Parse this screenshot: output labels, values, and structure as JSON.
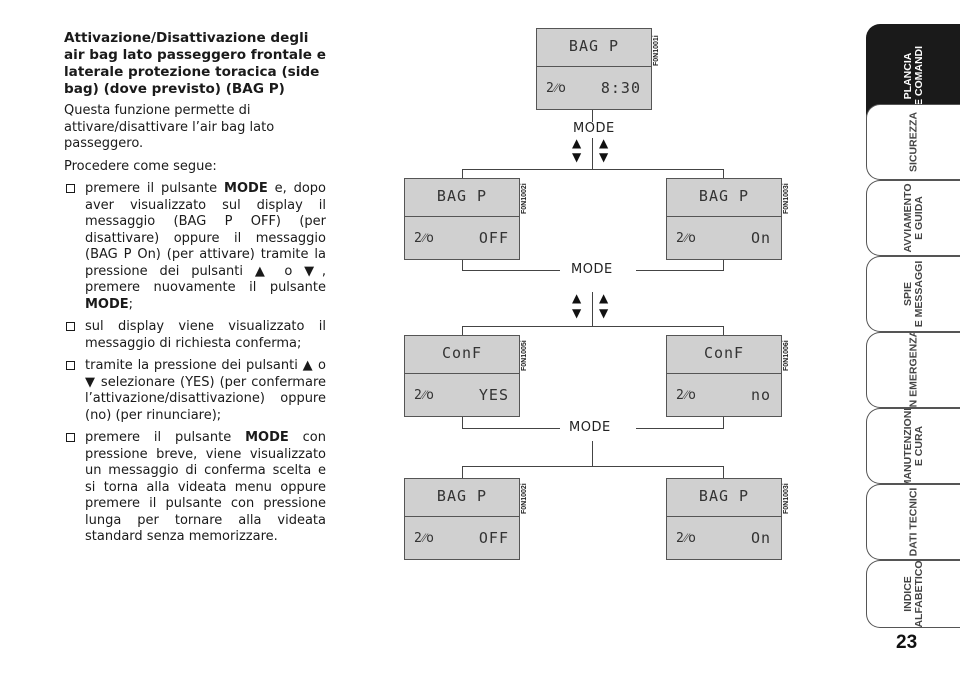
{
  "heading": "Attivazione/Disattivazione degli air bag lato passeggero frontale e laterale protezione toracica (side bag) (dove previsto) (BAG P)",
  "intro": "Questa funzione permette di attivare/disattivare l’air bag lato passeggero.",
  "procedure": "Procedere come segue:",
  "steps": [
    {
      "pre": "premere il pulsante ",
      "kw": "MODE",
      "post": " e, dopo aver visualizzato sul display il messaggio (BAG P OFF) (per disattivare) oppure il messaggio (BAG P On) (per attivare) tramite la pressione dei pulsanti ▲ o ▼, premere nuovamente il pulsante ",
      "kw2": "MODE",
      "post2": ";"
    },
    {
      "pre": "sul display viene visualizzato il messaggio di richiesta conferma;"
    },
    {
      "pre": "tramite la pressione dei pulsanti ▲ o ▼ selezionare (YES) (per confermare l’attivazione/disattivazione) oppure (no) (per rinunciare);"
    },
    {
      "pre": "premere il pulsante ",
      "kw": "MODE",
      "post": " con pressione breve, viene visualizzato un messaggio di conferma scelta e si torna alla videata menu oppure premere il pulsante con pressione lunga per tornare alla videata standard senza memorizzare."
    }
  ],
  "diagram": {
    "mode_label": "MODE",
    "up_arrow": "▲",
    "down_arrow": "▼",
    "airbag_symbol": "2⁄⁄o",
    "displays": {
      "top": {
        "line1": "BAG P",
        "line2": "8:30",
        "code": "F0N1001i"
      },
      "r1_left": {
        "line1": "BAG P",
        "line2": "OFF",
        "code": "F0N1002i"
      },
      "r1_right": {
        "line1": "BAG P",
        "line2": "On",
        "code": "F0N1003i"
      },
      "r2_left": {
        "line1": "ConF",
        "line2": "YES",
        "code": "F0N1005i"
      },
      "r2_right": {
        "line1": "ConF",
        "line2": "no",
        "code": "F0N1006i"
      },
      "r3_left": {
        "line1": "BAG P",
        "line2": "OFF",
        "code": "F0N1002i"
      },
      "r3_right": {
        "line1": "BAG P",
        "line2": "On",
        "code": "F0N1003i"
      }
    }
  },
  "tabs": [
    {
      "label": "PLANCIA\nE COMANDI",
      "active": true
    },
    {
      "label": "SICUREZZA",
      "active": false
    },
    {
      "label": "AVVIAMENTO\nE GUIDA",
      "active": false
    },
    {
      "label": "SPIE\nE MESSAGGI",
      "active": false
    },
    {
      "label": "IN EMERGENZA",
      "active": false
    },
    {
      "label": "MANUTENZIONE\nE CURA",
      "active": false
    },
    {
      "label": "DATI TECNICI",
      "active": false
    },
    {
      "label": "INDICE\nALFABETICO",
      "active": false
    }
  ],
  "page_number": "23"
}
